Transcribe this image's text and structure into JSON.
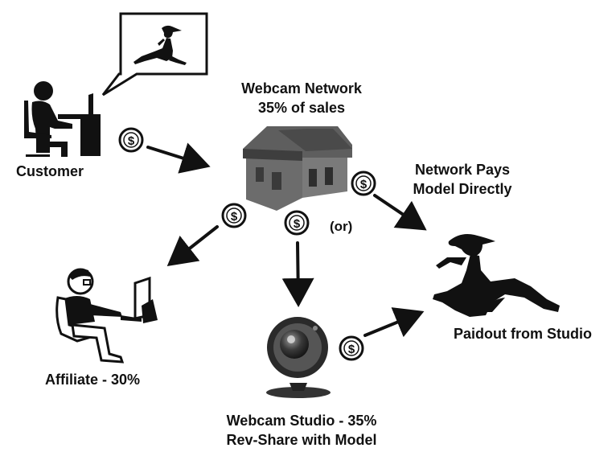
{
  "nodes": {
    "customer": {
      "label": "Customer"
    },
    "network": {
      "title": "Webcam Network",
      "subtitle": "35% of sales"
    },
    "network_pays": {
      "line1": "Network Pays",
      "line2": "Model Directly"
    },
    "or_label": "(or)",
    "affiliate": {
      "label": "Affiliate - 30%"
    },
    "studio": {
      "line1": "Webcam Studio - 35%",
      "line2": "Rev-Share with Model"
    },
    "model": {
      "label": "Paidout from Studio"
    }
  },
  "coin_symbol": "$",
  "colors": {
    "ink": "#111111",
    "house_roof": "#5a5a5a",
    "house_wall": "#6e6e6e",
    "webcam": "#2a2a2a"
  }
}
